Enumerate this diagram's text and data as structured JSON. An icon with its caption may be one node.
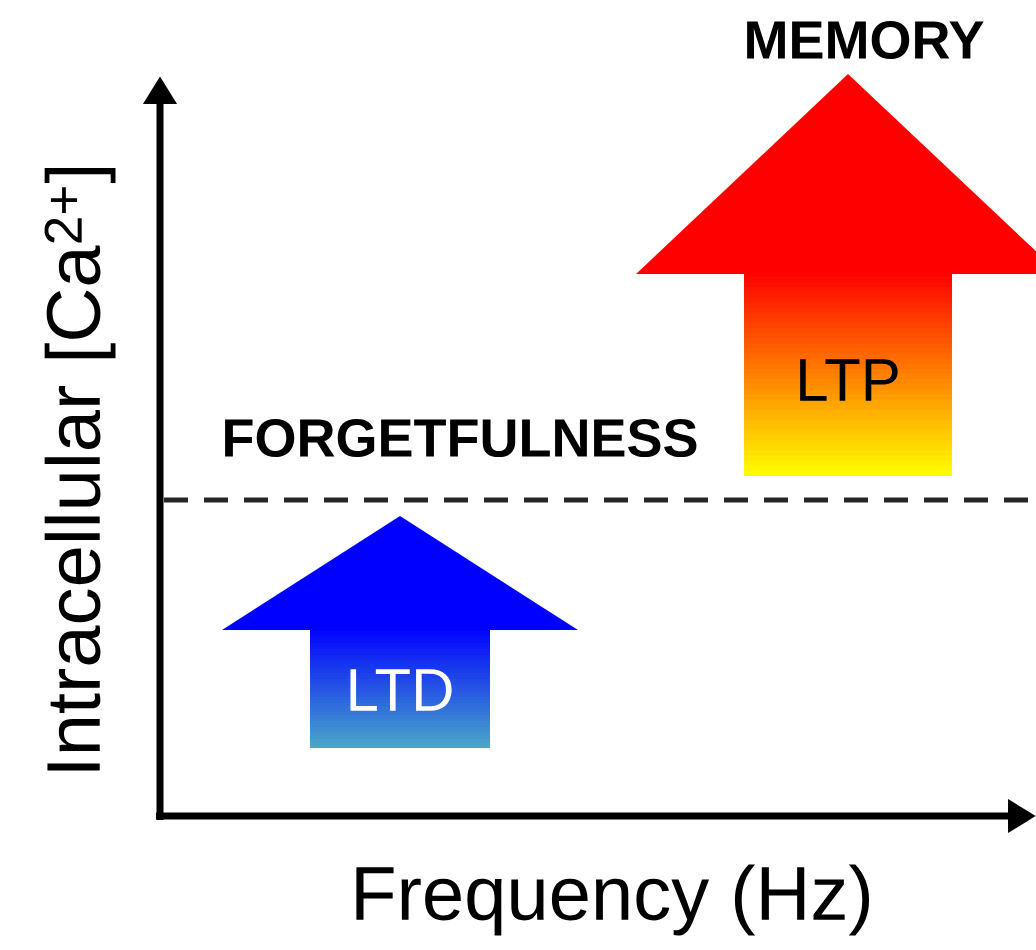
{
  "diagram": {
    "nodes": [
      {
        "text": [
          "LTP"
        ]
      },
      {
        "text": [
          "LTD"
        ]
      }
    ],
    "labels": [
      "MEMORY",
      "Intracellular [Ca$^{2+}$]",
      "FORGETFULNESS",
      "Frequency (Hz)"
    ]
  }
}
